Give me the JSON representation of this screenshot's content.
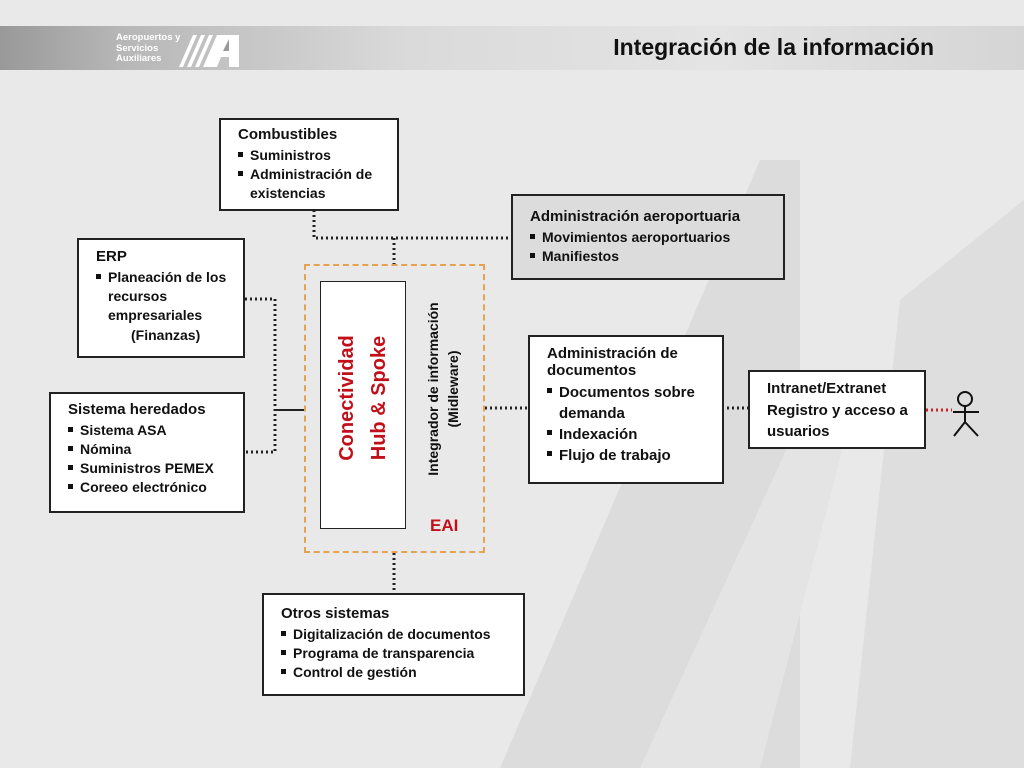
{
  "header": {
    "logo_line1": "Aeropuertos y",
    "logo_line2": "Servicios",
    "logo_line3": "Auxiliares",
    "title": "Integración de la información"
  },
  "hub": {
    "label_line1": "Conectividad",
    "label_line2": "Hub & Spoke",
    "integrator_line1": "Integrador de información",
    "integrator_line2": "(Midleware)",
    "eai": "EAI"
  },
  "boxes": {
    "combustibles": {
      "title": "Combustibles",
      "items": [
        "Suministros",
        "Administración de existencias"
      ]
    },
    "erp": {
      "title": "ERP",
      "items": [
        "Planeación de los recursos empresariales"
      ],
      "note": "(Finanzas)"
    },
    "heredados": {
      "title": "Sistema heredados",
      "items": [
        "Sistema ASA",
        "Nómina",
        "Suministros PEMEX",
        "Coreeo electrónico"
      ]
    },
    "aeroportuaria": {
      "title": "Administración aeroportuaria",
      "items": [
        "Movimientos aeroportuarios",
        "Manifiestos"
      ]
    },
    "documentos": {
      "title": "Administración de documentos",
      "items": [
        "Documentos sobre demanda",
        "Indexación",
        "Flujo de trabajo"
      ]
    },
    "intranet": {
      "title": "Intranet/Extranet",
      "line2": "Registro y acceso a usuarios"
    },
    "otros": {
      "title": "Otros sistemas",
      "items": [
        "Digitalización de documentos",
        "Programa de transparencia",
        "Control de gestión"
      ]
    }
  },
  "colors": {
    "eai_border": "#e3a352",
    "hub_text": "#c1101a",
    "user_link": "#cc2222"
  }
}
